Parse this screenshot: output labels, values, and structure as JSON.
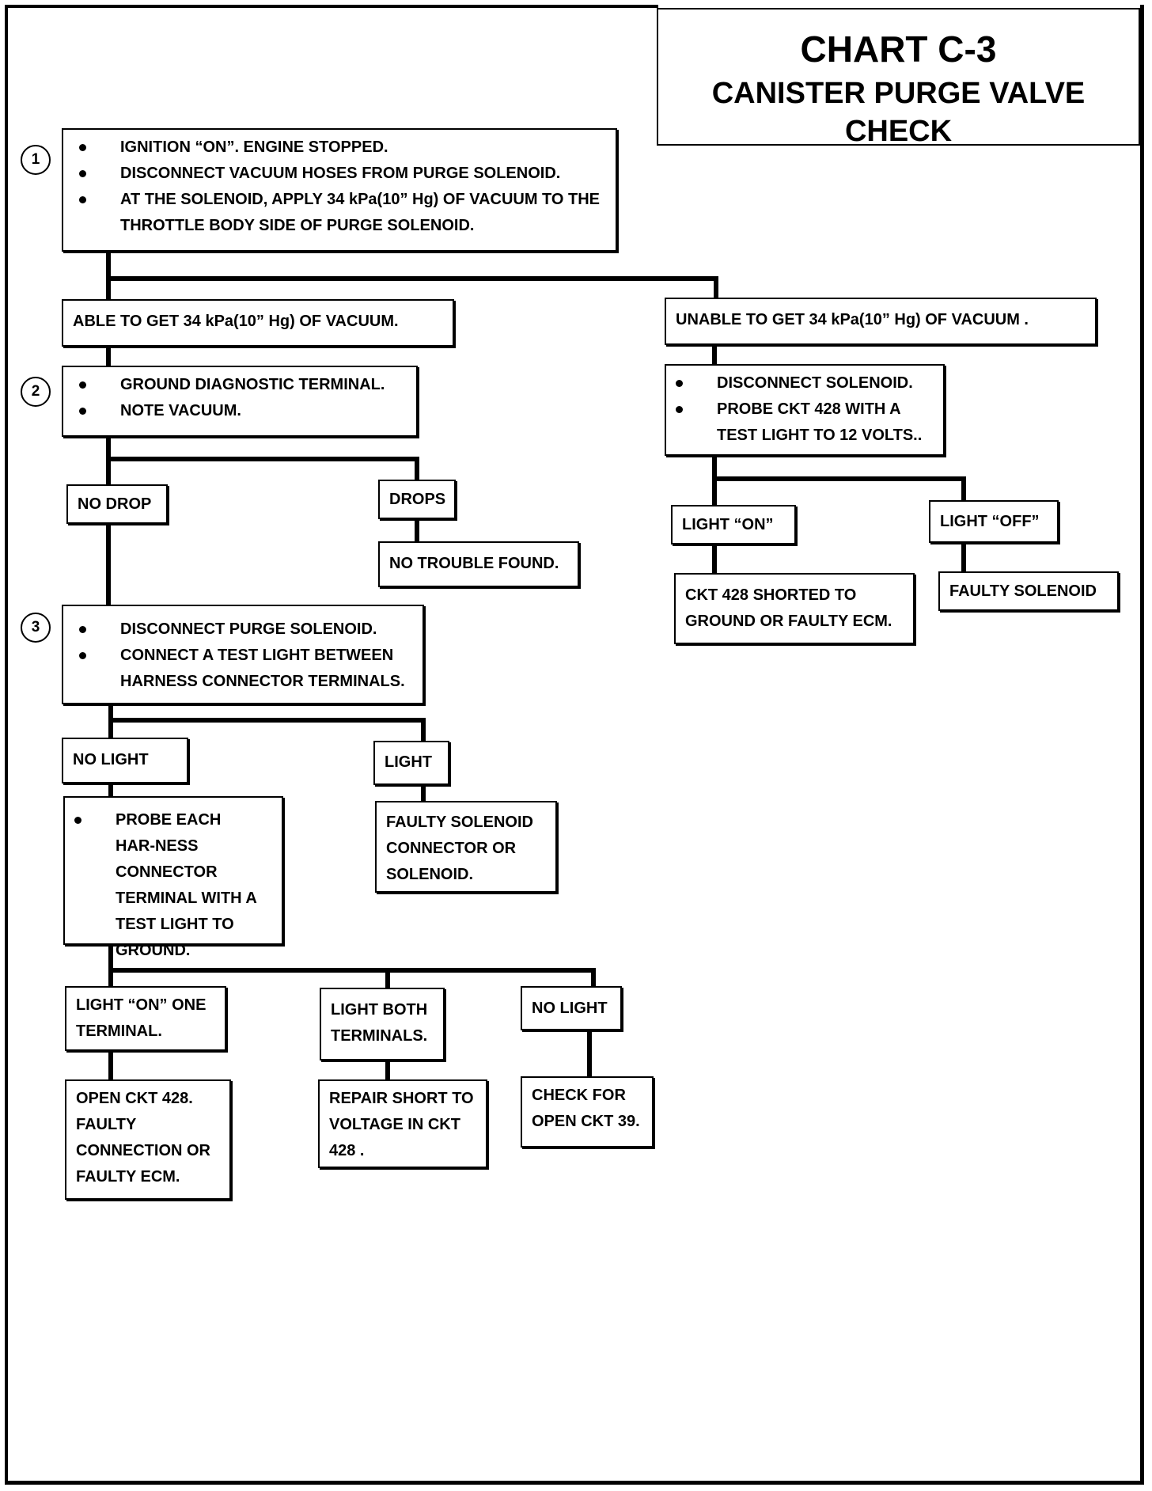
{
  "chart": {
    "title": "CHART C-3",
    "subtitle": "CANISTER PURGE VALVE CHECK"
  },
  "steps": {
    "s1": "1",
    "s2": "2",
    "s3": "3"
  },
  "step1": {
    "items": [
      "IGNITION “ON”.  ENGINE STOPPED.",
      "DISCONNECT  VACUUM HOSES FROM PURGE  SOLENOID.",
      "AT THE SOLENOID,  APPLY 34 kPa(10” Hg) OF VACUUM TO THE THROTTLE BODY SIDE OF PURGE SOLENOID."
    ]
  },
  "able_vacuum": "ABLE TO GET 34 kPa(10” Hg) OF VACUUM.",
  "unable_vacuum": "UNABLE TO GET 34 kPa(10” Hg) OF VACUUM .",
  "step2": {
    "items": [
      "GROUND DIAGNOSTIC TERMINAL.",
      "NOTE VACUUM."
    ]
  },
  "no_drop": "NO DROP",
  "drops": "DROPS",
  "no_trouble": "NO TROUBLE FOUND.",
  "right_branch": {
    "items": [
      "DISCONNECT SOLENOID.",
      "PROBE CKT 428 WITH A TEST LIGHT TO 12 VOLTS.."
    ],
    "light_on": "LIGHT “ON”",
    "light_off": "LIGHT “OFF”",
    "ckt_shorted": "CKT 428 SHORTED TO GROUND OR FAULTY ECM.",
    "faulty_solenoid": "FAULTY SOLENOID"
  },
  "step3": {
    "items": [
      "DISCONNECT PURGE SOLENOID.",
      "CONNECT A TEST LIGHT BETWEEN HARNESS CONNECTOR TERMINALS."
    ]
  },
  "no_light": "NO LIGHT",
  "light": "LIGHT",
  "faulty_connector": "FAULTY SOLENOID CONNECTOR OR SOLENOID.",
  "probe_each": {
    "items": [
      "PROBE EACH HAR-NESS CONNECTOR TERMINAL WITH  A TEST LIGHT TO GROUND."
    ]
  },
  "light_on_one": "LIGHT “ON” ONE TERMINAL.",
  "light_both": "LIGHT BOTH TERMINALS.",
  "no_light_2": "NO LIGHT",
  "open_ckt428": "OPEN CKT 428. FAULTY CONNECTION OR FAULTY ECM.",
  "repair_short": "REPAIR SHORT TO VOLTAGE IN CKT 428 .",
  "check_open": "CHECK FOR OPEN CKT 39."
}
